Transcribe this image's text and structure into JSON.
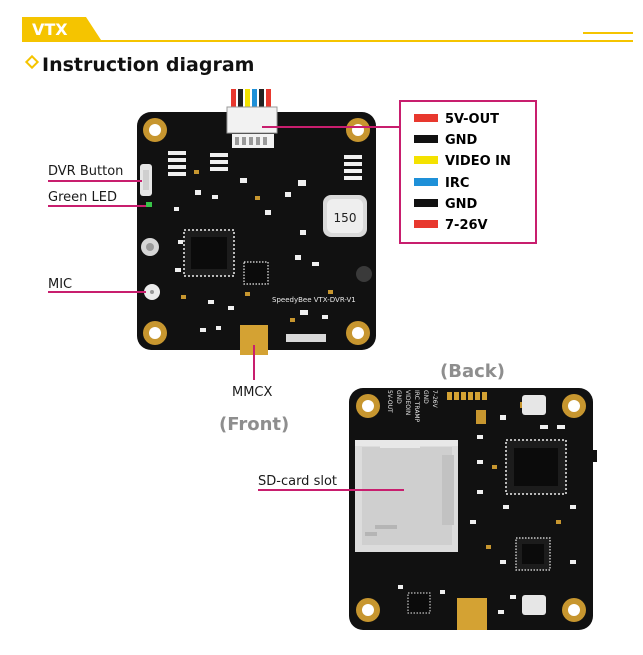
{
  "section_tag": "VTX",
  "heading": "Instruction diagram",
  "colors": {
    "accent_yellow": "#F5C400",
    "callout_magenta": "#C81E6E",
    "board": "#111111",
    "pad_gold": "#C7962F"
  },
  "front": {
    "caption": "(Front)",
    "chip_label": "150",
    "silkscreen": "SpeedyBee  VTX-DVR-V1",
    "callouts": {
      "dvr_button": "DVR Button",
      "green_led": "Green LED",
      "mic": "MIC",
      "mmcx": "MMCX"
    }
  },
  "connector": {
    "pins": [
      {
        "label": "5V-OUT",
        "color": "#E8382E"
      },
      {
        "label": "GND",
        "color": "#111111"
      },
      {
        "label": "VIDEO IN",
        "color": "#F4E200"
      },
      {
        "label": "IRC",
        "color": "#1E90D8"
      },
      {
        "label": "GND",
        "color": "#111111"
      },
      {
        "label": "7-26V",
        "color": "#E8382E"
      }
    ]
  },
  "back": {
    "caption": "(Back)",
    "pin_silk": [
      "5V-OUT",
      "GND",
      "VIDEOIN",
      "IRC TRAMP",
      "GND",
      "7-26V"
    ],
    "callouts": {
      "sd_card_slot": "SD-card slot"
    }
  }
}
